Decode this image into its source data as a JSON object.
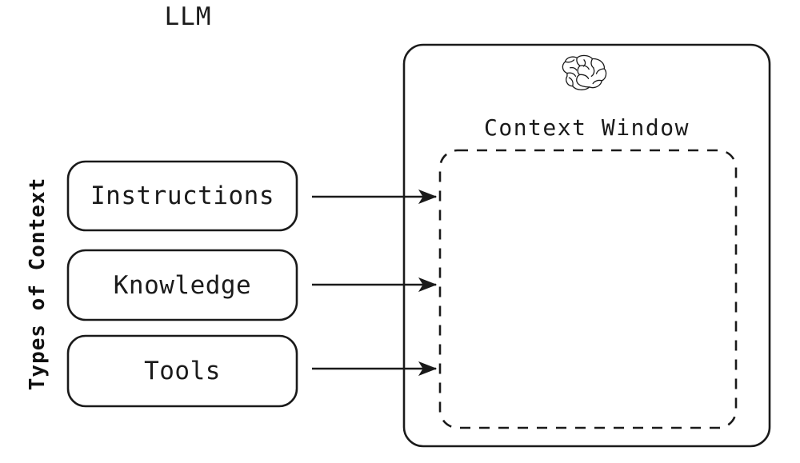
{
  "diagram": {
    "title": "LLM",
    "axis_label": "Types of Context",
    "context_window_label": "Context Window",
    "brain_icon": "brain-icon",
    "colors": {
      "stroke": "#1a1a1a",
      "text": "#1a1a1a",
      "background": "#ffffff",
      "dashed_stroke": "#1a1a1a"
    },
    "context_types": [
      {
        "label": "Instructions",
        "arrow": "arrow-right"
      },
      {
        "label": "Knowledge",
        "arrow": "arrow-right"
      },
      {
        "label": "Tools",
        "arrow": "arrow-right"
      }
    ]
  }
}
